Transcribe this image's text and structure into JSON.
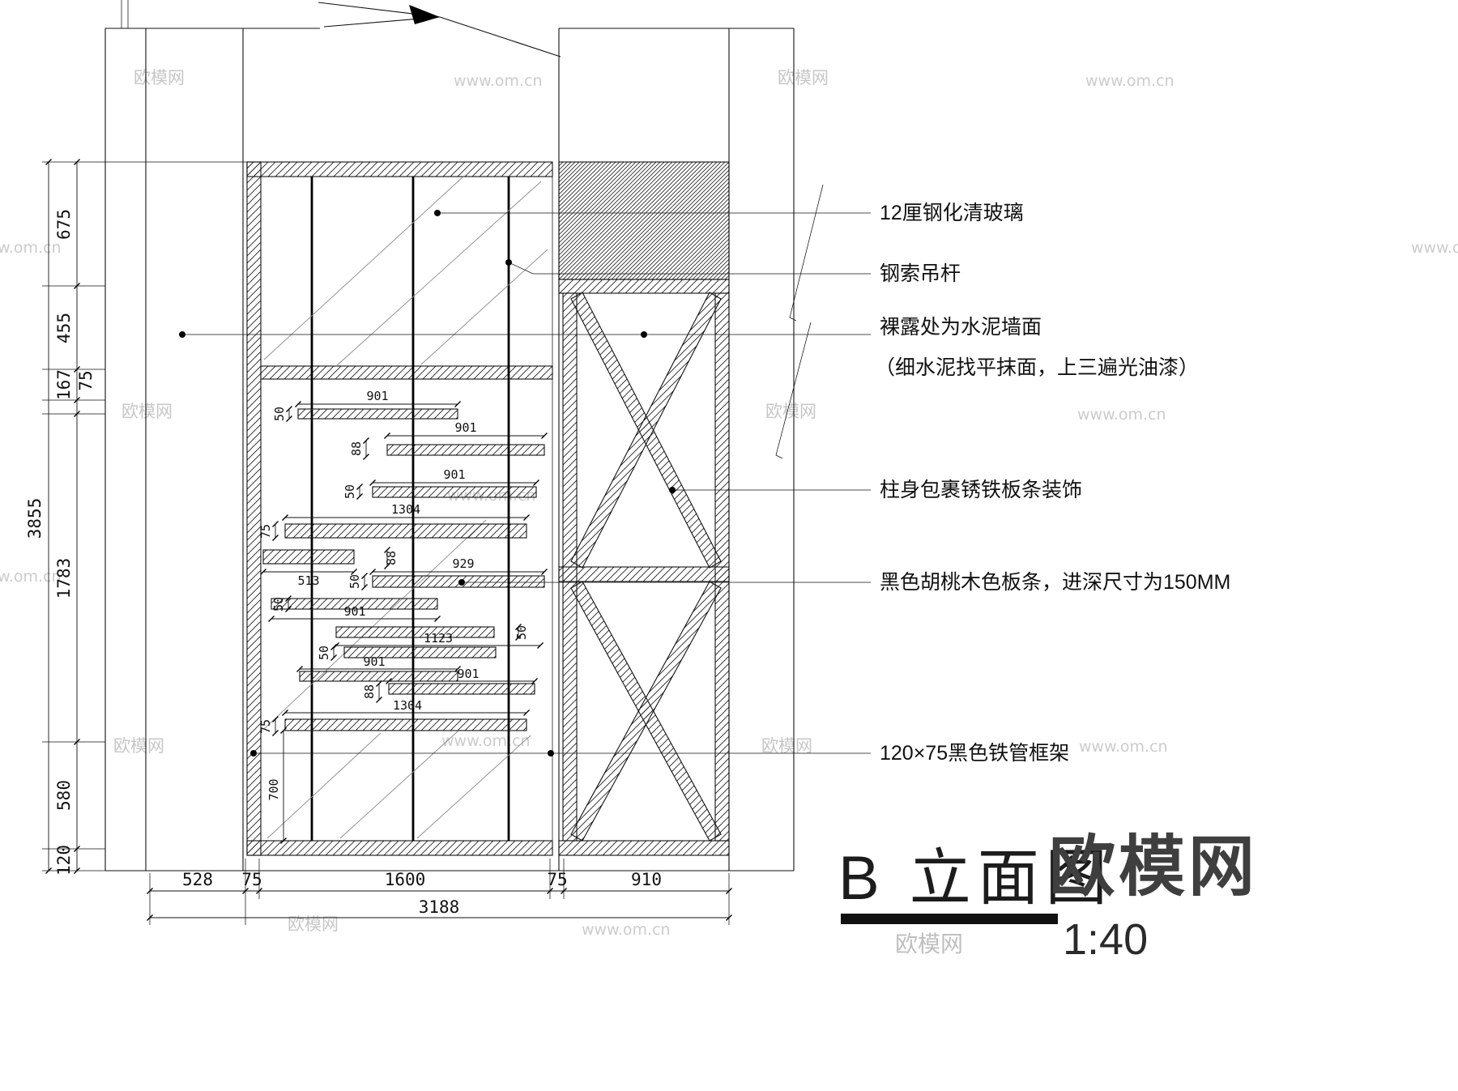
{
  "drawing": {
    "title": "B 立面图",
    "scale": "1:40"
  },
  "watermarks": {
    "brand": "欧模网",
    "site": "www.om.cn",
    "partial": "om.cn"
  },
  "callouts": [
    "12厘钢化清玻璃",
    "钢索吊杆",
    "裸露处为水泥墙面",
    "（细水泥找平抹面，上三遍光油漆）",
    "柱身包裹锈铁板条装饰",
    "黑色胡桃木色板条，进深尺寸为150MM",
    "120×75黑色铁管框架"
  ],
  "dims": {
    "left_total": "3855",
    "left_chain": [
      "675",
      "455",
      "167",
      "75",
      "1783",
      "580",
      "120"
    ],
    "bottom_chain": [
      "528",
      "75",
      "1600",
      "75",
      "910"
    ],
    "bottom_total": "3188",
    "inner": [
      "901",
      "50",
      "901",
      "88",
      "901",
      "50",
      "1304",
      "75",
      "513",
      "88",
      "929",
      "50",
      "50",
      "901",
      "1123",
      "50",
      "50",
      "901",
      "901",
      "88",
      "1304",
      "75",
      "700"
    ]
  }
}
